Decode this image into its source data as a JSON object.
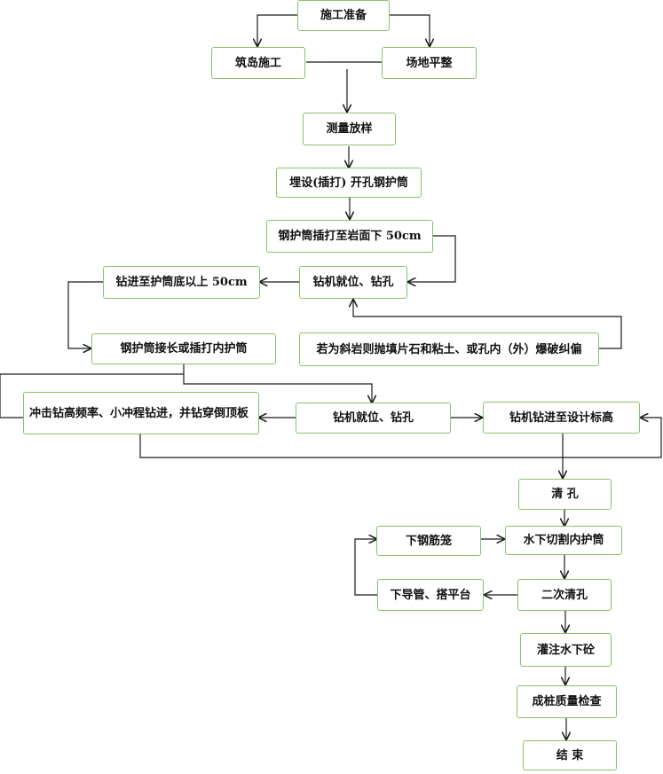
{
  "colors": {
    "box_border": "#8cc06a",
    "line": "#1a1a1a",
    "text": "#111111",
    "background": "#ffffff"
  },
  "nodes": {
    "prep": "施工准备",
    "island": "筑岛施工",
    "site_level": "场地平整",
    "survey": "测量放样",
    "embed_casing": "埋设(插打) 开孔钢护筒",
    "casing_to_rock": "钢护筒插打至岩面下 50cm",
    "drill_1": "钻机就位、钻孔",
    "drill_to_bottom": "钻进至护筒底以上 50cm",
    "backfill_blast": "若为斜岩则抛填片石和粘土、或孔内（外）爆破纠偏",
    "extend_casing": "钢护筒接长或插打内护筒",
    "impact_drill": "冲击钻高频率、小冲程钻进，并钻穿倒顶板",
    "drill_2": "钻机就位、钻孔",
    "drill_design": "钻机钻进至设计标高",
    "clean_hole": "清 孔",
    "rebar_cage": "下钢筋笼",
    "cut_casing": "水下切割内护筒",
    "conduit_platform": "下导管、搭平台",
    "second_clean": "二次清孔",
    "pour_concrete": "灌注水下砼",
    "quality_check": "成桩质量检查",
    "end": "结 束"
  }
}
